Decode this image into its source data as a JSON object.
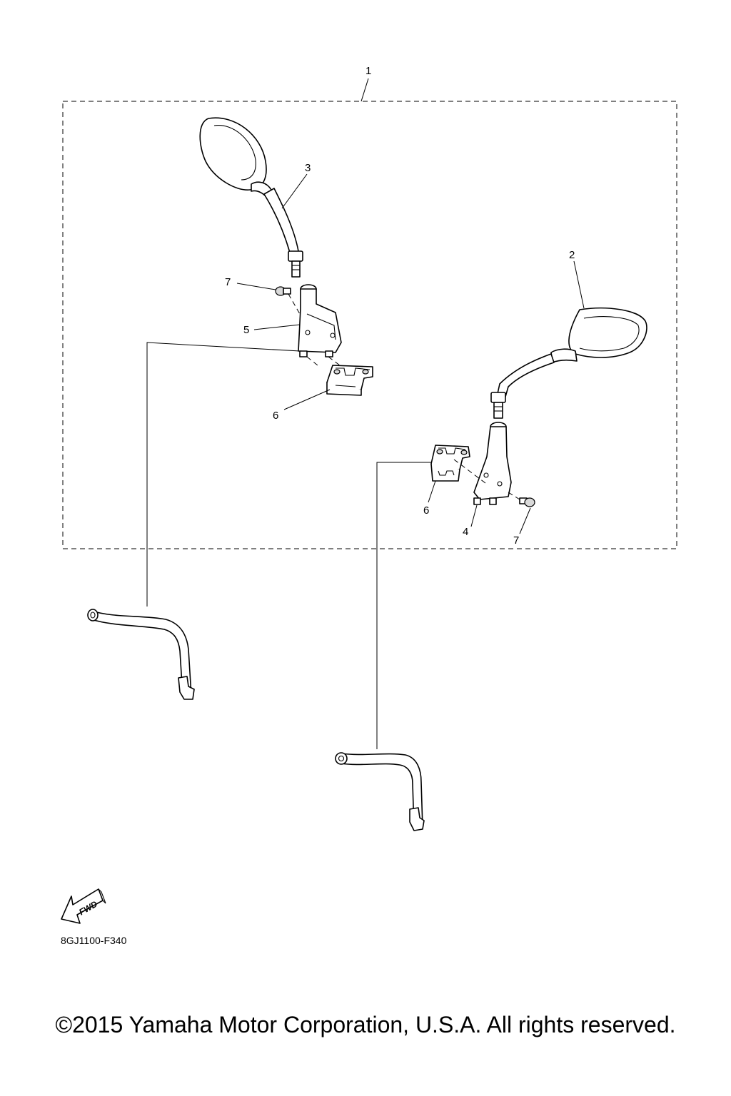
{
  "callouts": {
    "c1": "1",
    "c2": "2",
    "c3": "3",
    "c4": "4",
    "c5": "5",
    "c6a": "6",
    "c6b": "6",
    "c7a": "7",
    "c7b": "7"
  },
  "fwd_label": "FWD",
  "diagram_code": "8GJ1100-F340",
  "copyright": "©2015 Yamaha Motor Corporation, U.S.A. All rights reserved."
}
